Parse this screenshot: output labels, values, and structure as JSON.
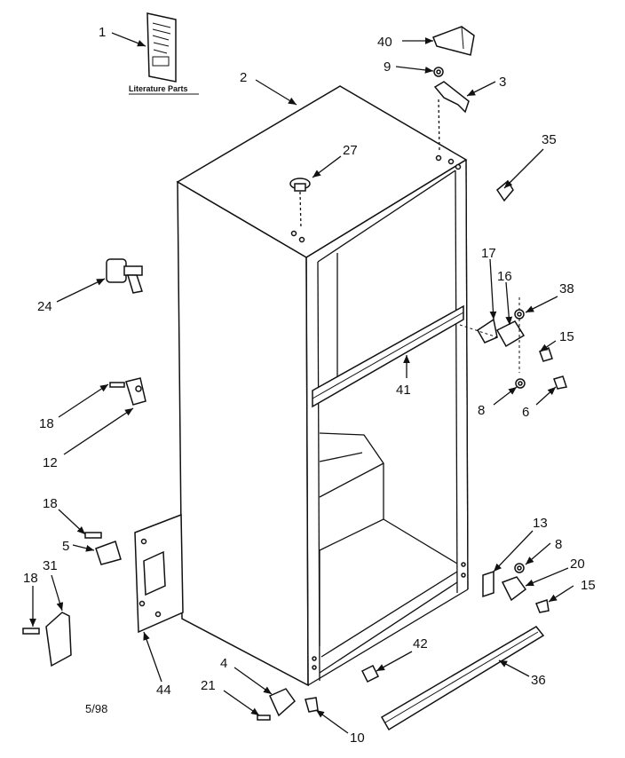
{
  "literature_caption": "Literature Parts",
  "date_code": "5/98",
  "callouts": [
    {
      "id": "c1",
      "text": "1"
    },
    {
      "id": "c2",
      "text": "2"
    },
    {
      "id": "c3",
      "text": "3"
    },
    {
      "id": "c4",
      "text": "4"
    },
    {
      "id": "c5",
      "text": "5"
    },
    {
      "id": "c6",
      "text": "6"
    },
    {
      "id": "c8a",
      "text": "8"
    },
    {
      "id": "c8b",
      "text": "8"
    },
    {
      "id": "c9",
      "text": "9"
    },
    {
      "id": "c10",
      "text": "10"
    },
    {
      "id": "c12",
      "text": "12"
    },
    {
      "id": "c13",
      "text": "13"
    },
    {
      "id": "c15a",
      "text": "15"
    },
    {
      "id": "c15b",
      "text": "15"
    },
    {
      "id": "c16",
      "text": "16"
    },
    {
      "id": "c17",
      "text": "17"
    },
    {
      "id": "c18a",
      "text": "18"
    },
    {
      "id": "c18b",
      "text": "18"
    },
    {
      "id": "c18c",
      "text": "18"
    },
    {
      "id": "c20",
      "text": "20"
    },
    {
      "id": "c21",
      "text": "21"
    },
    {
      "id": "c24",
      "text": "24"
    },
    {
      "id": "c27",
      "text": "27"
    },
    {
      "id": "c31",
      "text": "31"
    },
    {
      "id": "c35",
      "text": "35"
    },
    {
      "id": "c36",
      "text": "36"
    },
    {
      "id": "c38",
      "text": "38"
    },
    {
      "id": "c40",
      "text": "40"
    },
    {
      "id": "c41",
      "text": "41"
    },
    {
      "id": "c42",
      "text": "42"
    },
    {
      "id": "c44",
      "text": "44"
    }
  ]
}
